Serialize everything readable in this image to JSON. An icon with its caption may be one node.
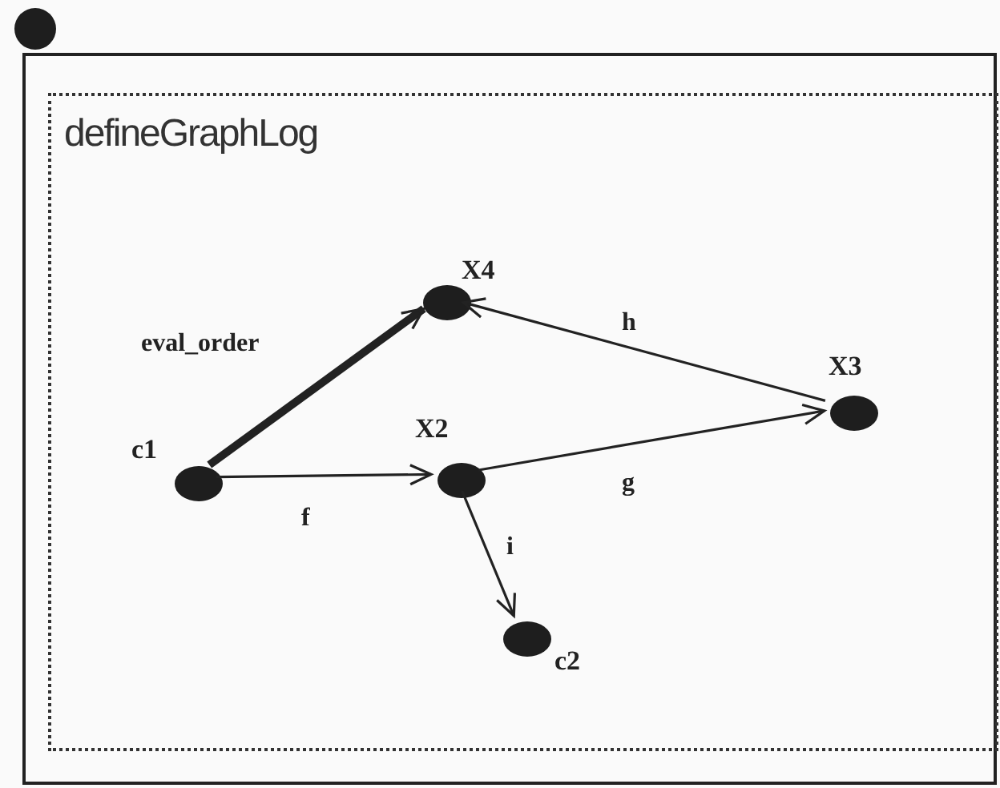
{
  "diagram": {
    "nodes": [
      {
        "text": [],
        "shape": "circle"
      },
      {
        "text": [],
        "shape": "box"
      },
      {
        "text": [
          "defineGraphLog"
        ],
        "in": 1
      },
      {
        "text": [],
        "shape": "circle",
        "beside": [
          "X4"
        ],
        "in": 2
      },
      {
        "text": [],
        "shape": "circle",
        "beside": [
          "X3"
        ],
        "in": 2
      },
      {
        "text": [],
        "shape": "circle",
        "beside": [
          "c1"
        ],
        "in": 2
      },
      {
        "text": [],
        "shape": "circle",
        "beside": [
          "X2"
        ],
        "in": 2
      },
      {
        "text": [],
        "shape": "circle",
        "beside": [
          "c2"
        ],
        "in": 2
      }
    ],
    "edges": [
      {
        "from": 5,
        "to": 3,
        "arrow": "to",
        "label": "eval_order",
        "style": "thick"
      },
      {
        "from": 4,
        "to": 3,
        "arrow": "to",
        "label": "h"
      },
      {
        "from": 5,
        "to": 6,
        "arrow": "to",
        "label": "f"
      },
      {
        "from": 6,
        "to": 4,
        "arrow": "to",
        "label": "g"
      },
      {
        "from": 6,
        "to": 7,
        "arrow": "to",
        "label": "i"
      }
    ]
  }
}
